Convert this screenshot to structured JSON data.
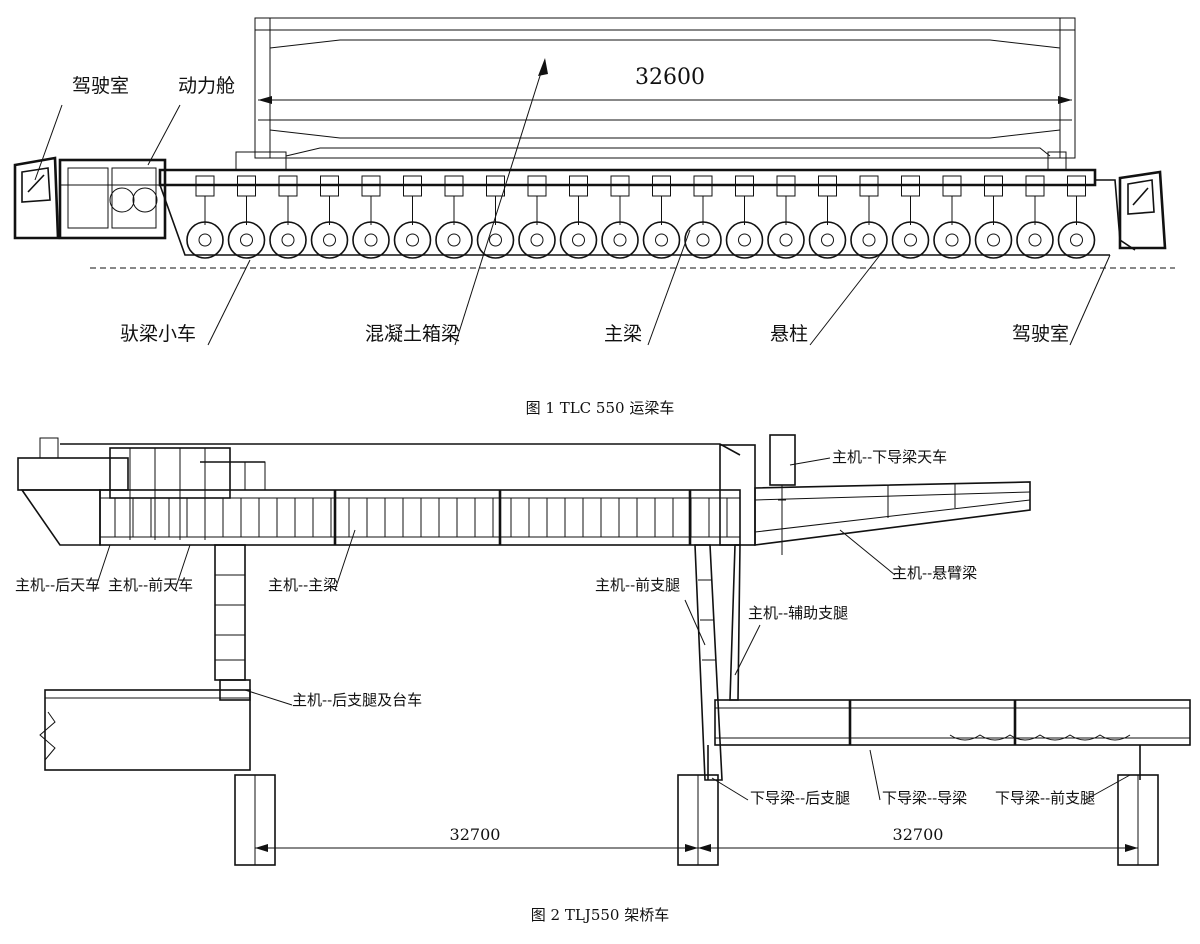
{
  "figure1": {
    "caption": "图 1 TLC 550 运梁车",
    "dimension": "32600",
    "labels": {
      "cab_left": "驾驶室",
      "power_cabin": "动力舱",
      "trolley": "驮梁小车",
      "box_girder": "混凝土箱梁",
      "main_girder": "主梁",
      "suspension_column": "悬柱",
      "cab_right": "驾驶室"
    }
  },
  "figure2": {
    "caption": "图 2 TLJ550 架桥车",
    "dimension_left": "32700",
    "dimension_right": "32700",
    "labels": {
      "rear_crane": "主机--后天车",
      "front_crane": "主机--前天车",
      "main_girder": "主机--主梁",
      "rear_leg_trolley": "主机--后支腿及台车",
      "front_leg": "主机--前支腿",
      "aux_leg": "主机--辅助支腿",
      "cantilever": "主机--悬臂梁",
      "lower_guide_crane": "主机--下导梁天车",
      "lower_guide_rear_leg": "下导梁--后支腿",
      "lower_guide_beam": "下导梁--导梁",
      "lower_guide_front_leg": "下导梁--前支腿"
    }
  }
}
